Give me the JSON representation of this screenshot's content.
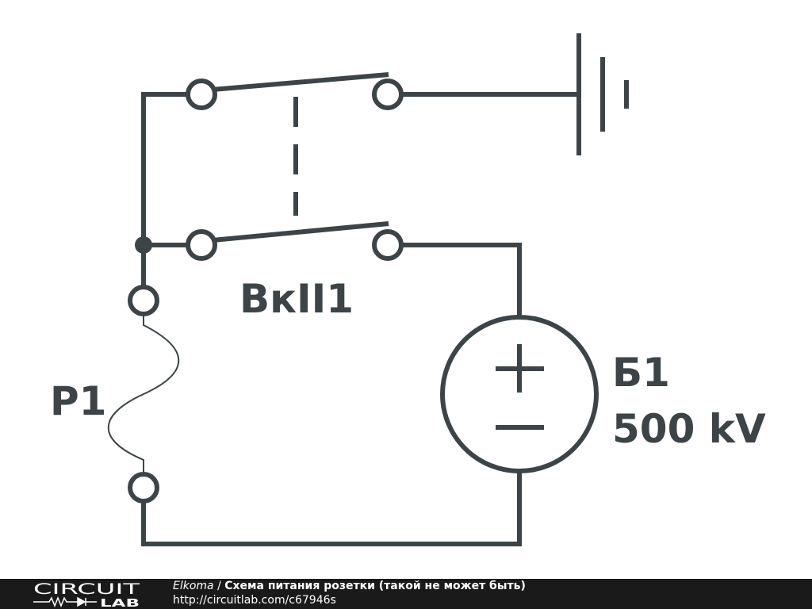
{
  "schematic": {
    "switch_label": "ВкII1",
    "fuse_label": "Р1",
    "battery_label": "Б1",
    "battery_value": "500 kV",
    "battery_plus": "+",
    "battery_minus": "−"
  },
  "footer": {
    "logo_top": "CIRCUIT",
    "logo_bottom": "LAB",
    "author": "Elkoma",
    "separator": " / ",
    "title": "Схема питания розетки (такой не может быть)",
    "url": "http://circuitlab.com/c67946s"
  },
  "colors": {
    "wire": "#3d4448",
    "footer_bg": "#1a1a1a",
    "footer_text": "#ffffff"
  }
}
